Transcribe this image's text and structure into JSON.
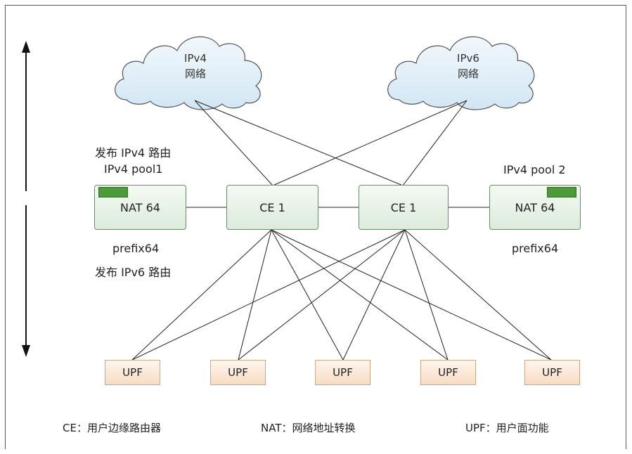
{
  "clouds": {
    "left": {
      "line1": "IPv4",
      "line2": "网络"
    },
    "right": {
      "line1": "IPv6",
      "line2": "网络"
    }
  },
  "nodes": {
    "nat_left": "NAT 64",
    "ce_left": "CE 1",
    "ce_right": "CE 1",
    "nat_right": "NAT 64",
    "upf": [
      "UPF",
      "UPF",
      "UPF",
      "UPF",
      "UPF"
    ]
  },
  "annotations": {
    "publish_ipv4": "发布 IPv4 路由",
    "ipv4_pool1": "IPv4 pool1",
    "prefix64_left": "prefix64",
    "publish_ipv6": "发布 IPv6 路由",
    "ipv4_pool2": "IPv4 pool 2",
    "prefix64_right": "prefix64"
  },
  "legend": {
    "ce": "CE：用户边缘路由器",
    "nat": "NAT：网络地址转换",
    "upf": "UPF：用户面功能"
  },
  "colors": {
    "cloud_fill": "#dcecf7",
    "node_fill": "#dcebdb",
    "upf_fill": "#f7dcc4",
    "tag": "#4c9a3a"
  }
}
